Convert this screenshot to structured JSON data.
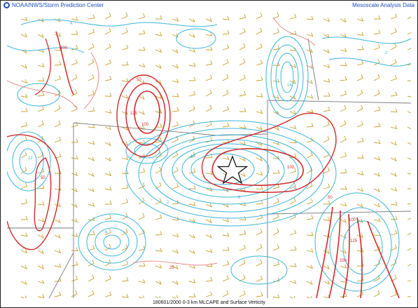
{
  "header": {
    "left_title": "NOAA/NWS/Storm Prediction Center",
    "right_title": "Mesoscale Analysis Data",
    "logo_icon": "noaa-logo-icon"
  },
  "footer": {
    "caption": "180601/2000 0-3 km MLCAPE and Surface Verticity"
  },
  "map": {
    "marker_icon": "star-marker-icon",
    "colors": {
      "cape": "#d12a2a",
      "cape_light": "#e88a8a",
      "vorticity": "#3bb5d9",
      "barbs": "#c6a028",
      "borders": "#7a7a7a"
    },
    "cape_labels": [
      "50",
      "100",
      "125",
      "50",
      "100",
      "50",
      "125",
      "100",
      "150",
      "100",
      "25"
    ],
    "vorticity_labels": [
      "2",
      "4",
      "6",
      "8",
      "10",
      "12",
      "14",
      "4",
      "2",
      "6"
    ]
  }
}
